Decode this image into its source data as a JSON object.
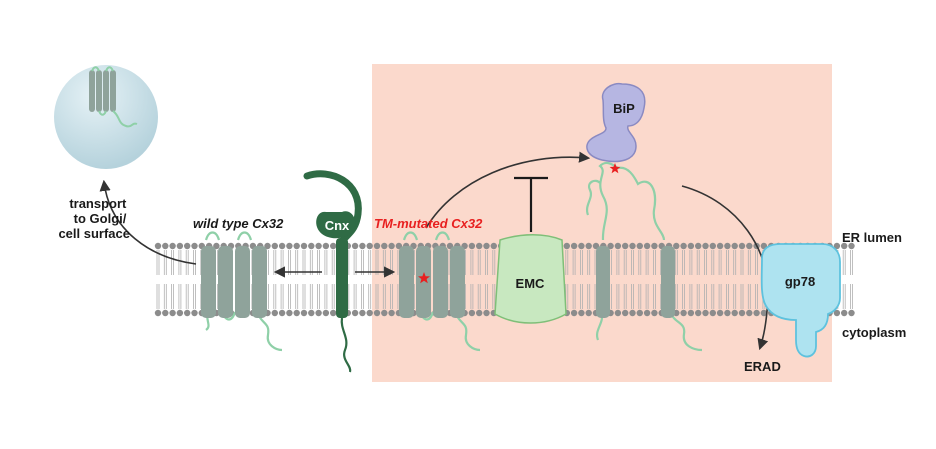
{
  "labels": {
    "transport": [
      "transport",
      "to Golgi/",
      "cell surface"
    ],
    "wild_type": "wild type Cx32",
    "tm_mutated": "TM-mutated Cx32",
    "cnx": "Cnx",
    "emc": "EMC",
    "bip": "BiP",
    "gp78": "gp78",
    "er_lumen": "ER lumen",
    "cytoplasm": "cytoplasm",
    "erad": "ERAD"
  },
  "colors": {
    "er_region": "#fbd9cc",
    "helix": "#8fa39b",
    "loop": "#8fd0a8",
    "cnx": "#2f6b45",
    "emc_fill": "#c8e8c0",
    "emc_stroke": "#7fbf78",
    "bip_fill": "#b6b6e2",
    "bip_stroke": "#8a8ac2",
    "gp78_fill": "#aee3f0",
    "gp78_stroke": "#5ec2de",
    "vesicle": "#cfe6ee",
    "mutation": "#e82020",
    "tm_mutated_text": "#e82020",
    "membrane_bead": "#8c8c8c"
  }
}
